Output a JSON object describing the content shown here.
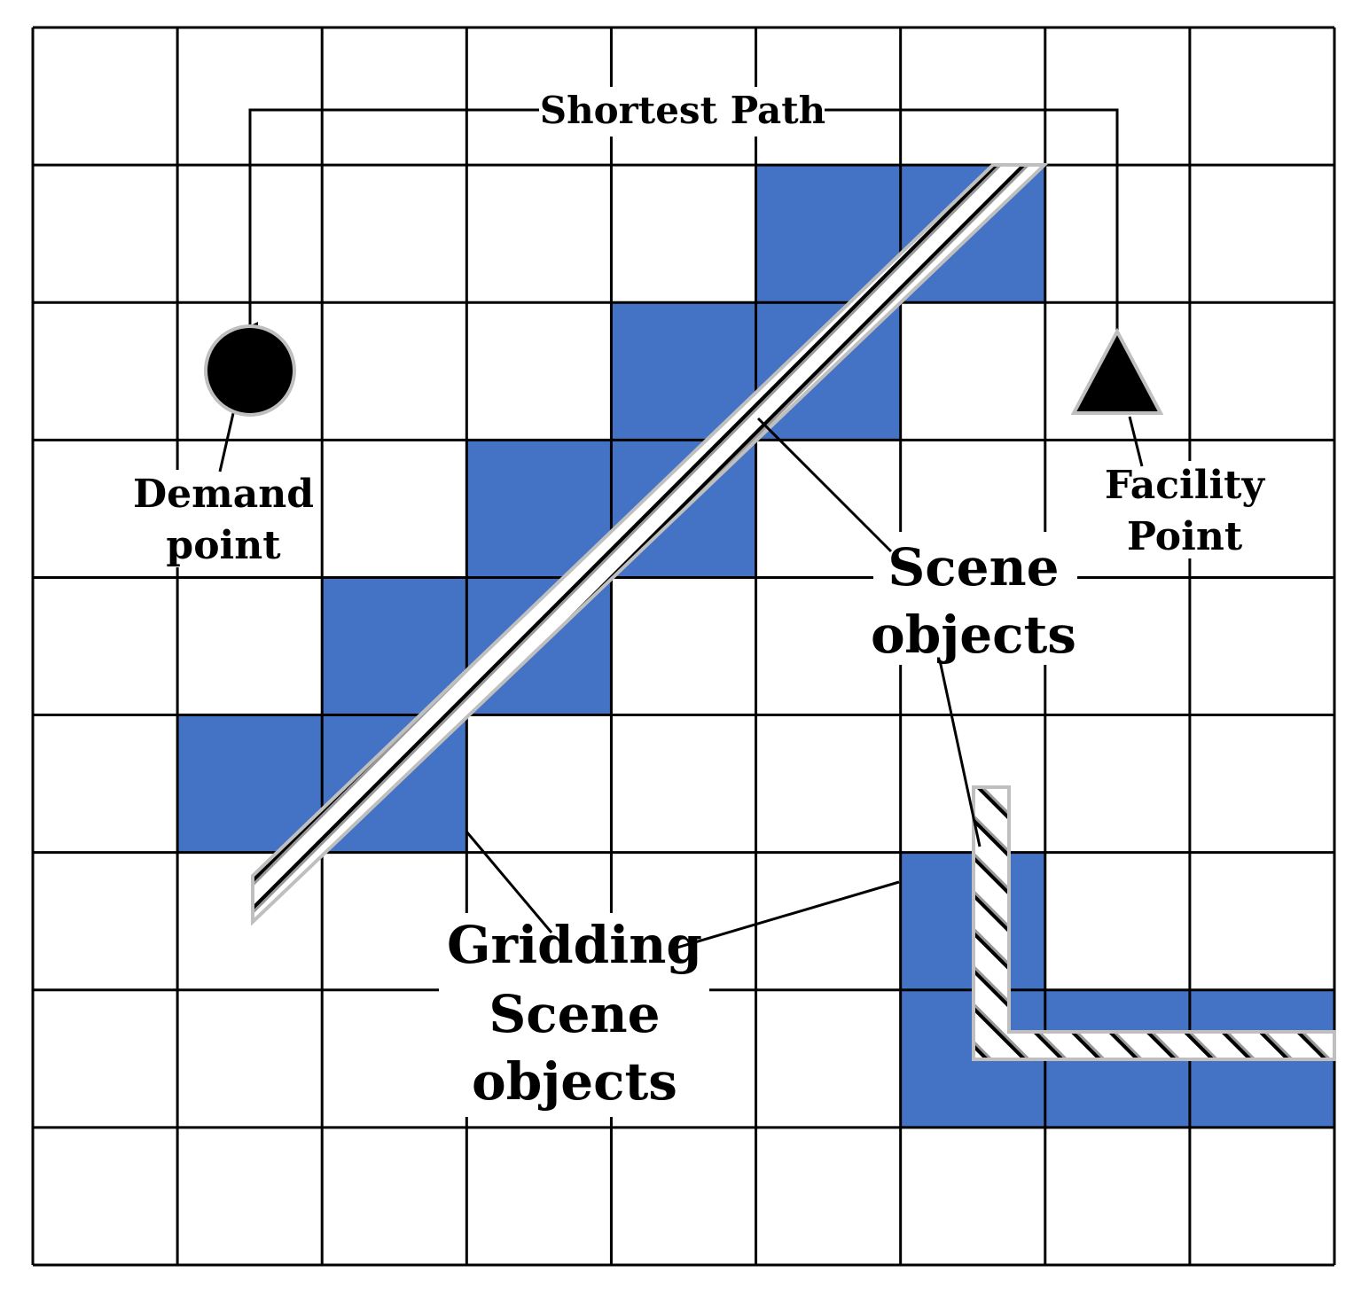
{
  "diagram": {
    "grid": {
      "rows": 9,
      "cols": 9,
      "line_color": "#000000",
      "background": "#ffffff"
    },
    "colors": {
      "gridded_cell": "#4472C4",
      "object_stripe_light": "#ffffff",
      "object_stripe_dark": "#000000",
      "object_border": "#bfbfbf",
      "marker_fill": "#000000",
      "marker_border": "#bfbfbf"
    },
    "gridded_cells": [
      {
        "row": 1,
        "col": 5
      },
      {
        "row": 1,
        "col": 6
      },
      {
        "row": 2,
        "col": 4
      },
      {
        "row": 2,
        "col": 5
      },
      {
        "row": 3,
        "col": 3
      },
      {
        "row": 3,
        "col": 4
      },
      {
        "row": 4,
        "col": 2
      },
      {
        "row": 4,
        "col": 3
      },
      {
        "row": 5,
        "col": 1
      },
      {
        "row": 5,
        "col": 2
      },
      {
        "row": 6,
        "col": 6
      },
      {
        "row": 7,
        "col": 6
      },
      {
        "row": 7,
        "col": 7
      },
      {
        "row": 7,
        "col": 8
      }
    ],
    "labels": {
      "shortest_path": "Shortest Path",
      "demand_point_line1": "Demand",
      "demand_point_line2": "point",
      "facility_point_line1": "Facility",
      "facility_point_line2": "Point",
      "scene_objects_line1": "Scene",
      "scene_objects_line2": "objects",
      "gridding_line1": "Gridding",
      "gridding_line2": "Scene",
      "gridding_line3": "objects"
    },
    "markers": {
      "demand_point_icon": "circle",
      "facility_point_icon": "triangle"
    }
  }
}
